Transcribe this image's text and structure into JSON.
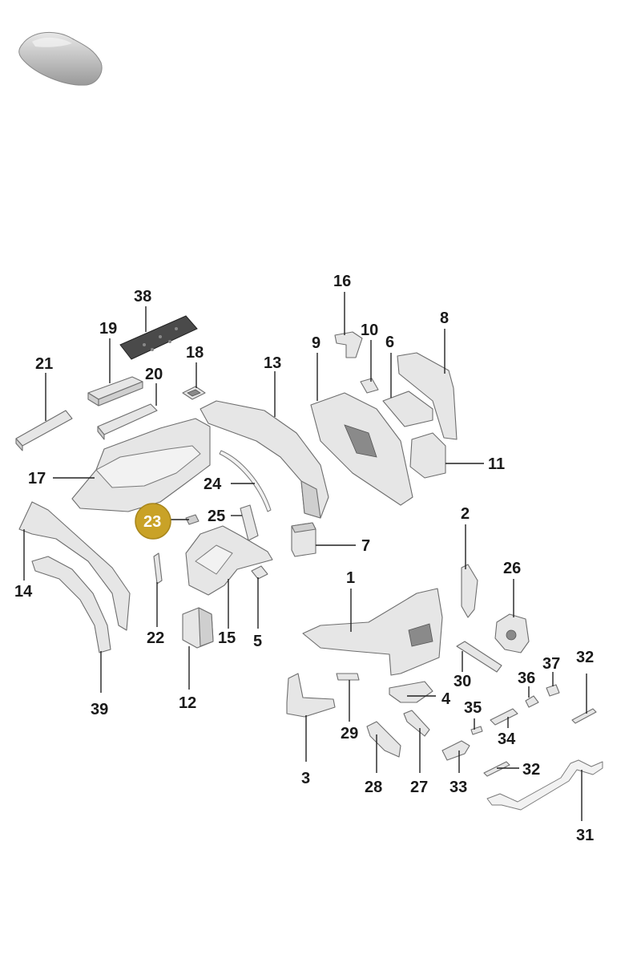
{
  "diagram": {
    "highlighted_part": "23",
    "colors": {
      "highlight": "#c9a227",
      "label": "#1a1a1a",
      "part_fill": "#e6e6e6"
    },
    "labels": {
      "p1": "1",
      "p2": "2",
      "p3": "3",
      "p4": "4",
      "p5": "5",
      "p6": "6",
      "p7": "7",
      "p8": "8",
      "p9": "9",
      "p10": "10",
      "p11": "11",
      "p12": "12",
      "p13": "13",
      "p14": "14",
      "p15": "15",
      "p16": "16",
      "p17": "17",
      "p18": "18",
      "p19": "19",
      "p20": "20",
      "p21": "21",
      "p22": "22",
      "p23": "23",
      "p24": "24",
      "p25": "25",
      "p26": "26",
      "p27": "27",
      "p28": "28",
      "p29": "29",
      "p30": "30",
      "p31": "31",
      "p32a": "32",
      "p32b": "32",
      "p33": "33",
      "p34": "34",
      "p35": "35",
      "p36": "36",
      "p37": "37",
      "p38": "38",
      "p39": "39"
    }
  }
}
